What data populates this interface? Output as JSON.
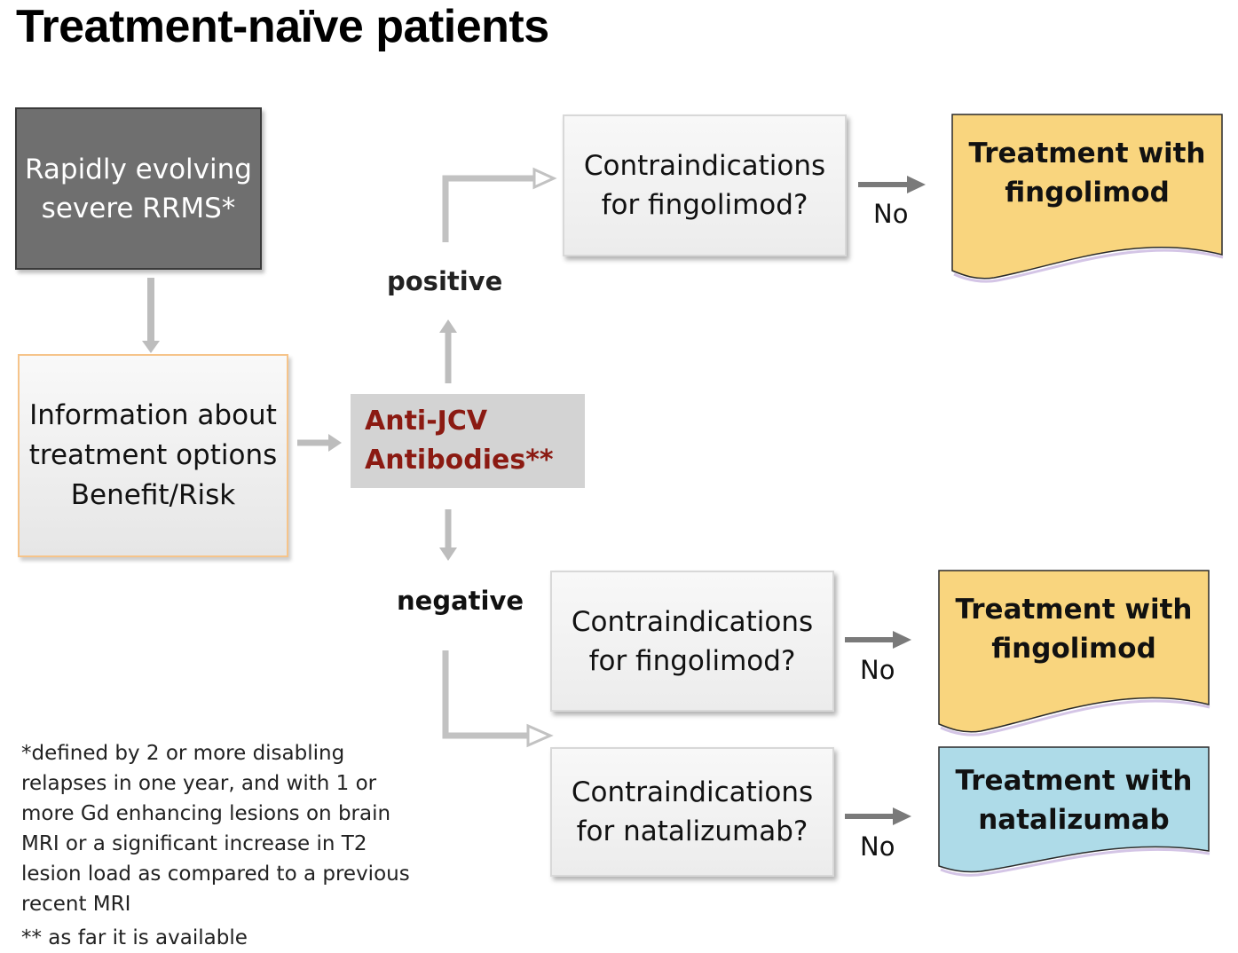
{
  "title": "Treatment-naïve patients",
  "boxes": {
    "start": "Rapidly evolving\nsevere RRMS*",
    "info": "Information about\ntreatment options\nBenefit/Risk",
    "jcv": "Anti-JCV\nAntibodies**",
    "contra_pos_fingolimod": "Contraindications\nfor fingolimod?",
    "contra_neg_fingolimod": "Contraindications\nfor fingolimod?",
    "contra_neg_natalizumab": "Contraindications\nfor natalizumab?"
  },
  "outcomes": {
    "pos_fingolimod": "Treatment with\nfingolimod",
    "neg_fingolimod": "Treatment with\nfingolimod",
    "neg_natalizumab": "Treatment with\nnatalizumab"
  },
  "labels": {
    "positive": "positive",
    "negative": "negative",
    "no1": "No",
    "no2": "No",
    "no3": "No"
  },
  "footnotes": {
    "definition": "*defined by 2 or more disabling\nrelapses in one year, and with 1 or\nmore Gd enhancing lesions on brain\nMRI or a significant increase in T2\nlesion load as compared to a previous\nrecent MRI",
    "availability": "** as far it is available"
  },
  "colors": {
    "fingolimod_fill": "#f9d57e",
    "natalizumab_fill": "#aedbe8",
    "jcv_text": "#8b1a12",
    "arrow_gray": "#bdbdbd",
    "arrow_dark": "#7a7a7a"
  }
}
